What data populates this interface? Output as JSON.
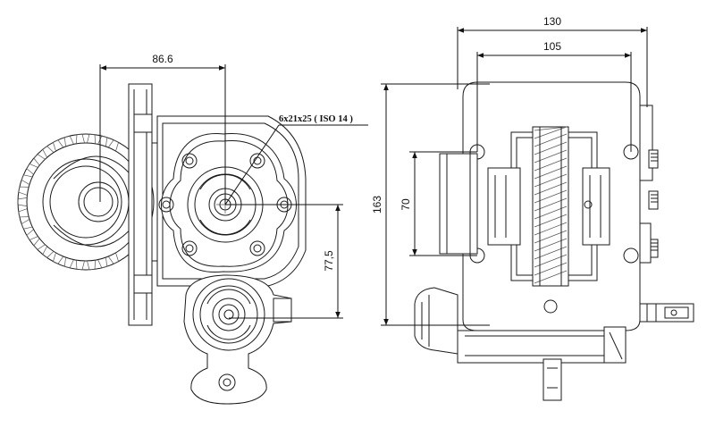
{
  "colors": {
    "line": "#1a1a1a",
    "background": "#ffffff"
  },
  "dimensions": {
    "left_offset": "86.6",
    "spline_spec": "6x21x25 ( ISO 14 )",
    "vertical_offset": "77,5",
    "overall_width": "130",
    "bolt_spacing_x": "105",
    "overall_height": "163",
    "bolt_spacing_y": "70"
  }
}
